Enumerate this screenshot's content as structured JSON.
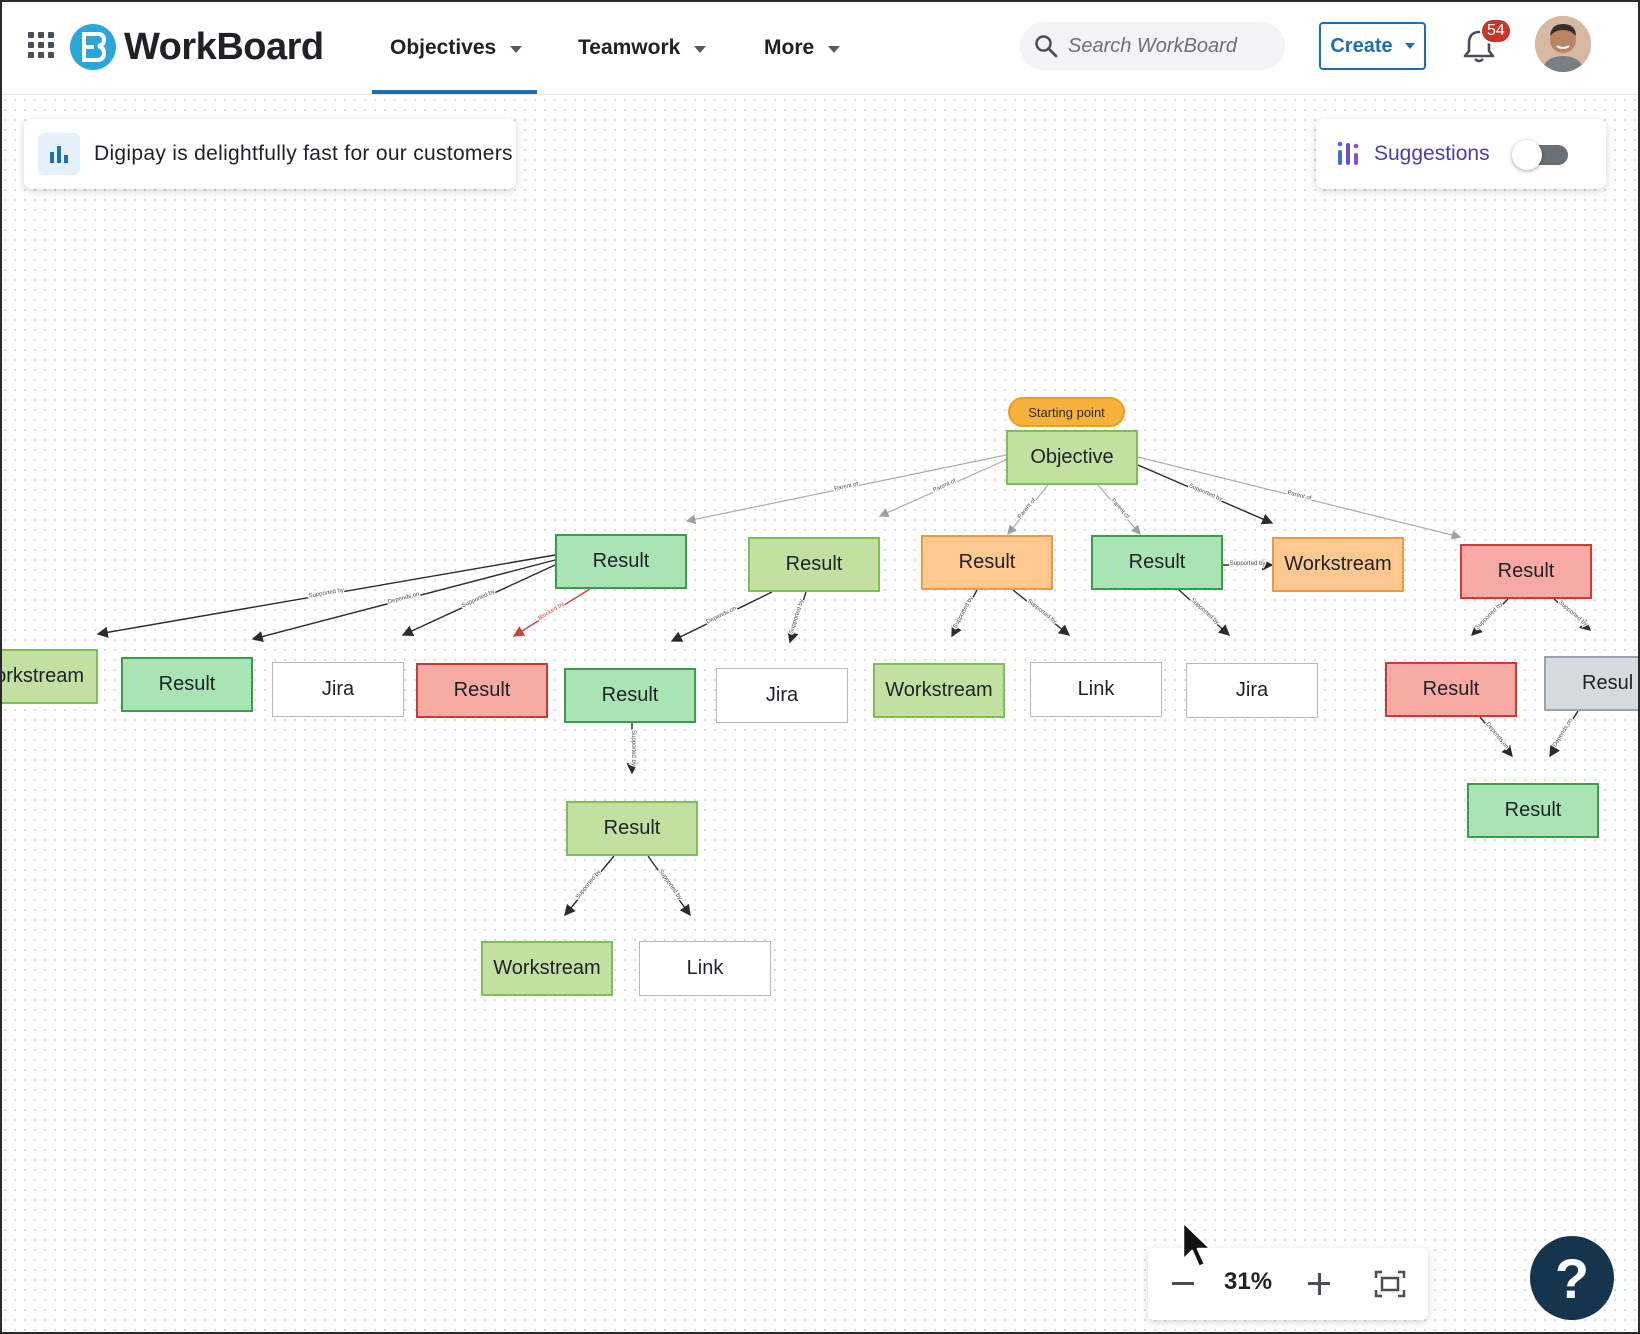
{
  "header": {
    "brand": "WorkBoard",
    "nav": [
      {
        "label": "Objectives",
        "active": true
      },
      {
        "label": "Teamwork"
      },
      {
        "label": "More"
      }
    ],
    "search_placeholder": "Search WorkBoard",
    "create_label": "Create",
    "notification_count": "54",
    "accent_color": "#1d6fb0"
  },
  "canvas": {
    "objective_title": "Digipay is delightfully fast for our customers",
    "suggestions_label": "Suggestions",
    "suggestions_enabled": false,
    "starting_point_label": "Starting point"
  },
  "diagram": {
    "nodes": [
      {
        "id": "obj",
        "label": "Objective",
        "style": "green-light"
      },
      {
        "id": "r1",
        "label": "Result",
        "style": "green"
      },
      {
        "id": "r2",
        "label": "Result",
        "style": "green-light"
      },
      {
        "id": "r3",
        "label": "Result",
        "style": "orange"
      },
      {
        "id": "r4",
        "label": "Result",
        "style": "green"
      },
      {
        "id": "w1",
        "label": "Workstream",
        "style": "orange"
      },
      {
        "id": "r5",
        "label": "Result",
        "style": "red"
      },
      {
        "id": "w2",
        "label": "orkstream",
        "style": "green-light"
      },
      {
        "id": "r6",
        "label": "Result",
        "style": "green"
      },
      {
        "id": "j1",
        "label": "Jira",
        "style": "white"
      },
      {
        "id": "r7",
        "label": "Result",
        "style": "red"
      },
      {
        "id": "r8",
        "label": "Result",
        "style": "green"
      },
      {
        "id": "j2",
        "label": "Jira",
        "style": "white"
      },
      {
        "id": "w3",
        "label": "Workstream",
        "style": "green-light"
      },
      {
        "id": "l1",
        "label": "Link",
        "style": "white"
      },
      {
        "id": "j3",
        "label": "Jira",
        "style": "white"
      },
      {
        "id": "r9",
        "label": "Result",
        "style": "red"
      },
      {
        "id": "r10",
        "label": "Resul",
        "style": "grey"
      },
      {
        "id": "r11",
        "label": "Result",
        "style": "green-light"
      },
      {
        "id": "r12",
        "label": "Result",
        "style": "green"
      },
      {
        "id": "w4",
        "label": "Workstream",
        "style": "green-light"
      },
      {
        "id": "l2",
        "label": "Link",
        "style": "white"
      }
    ],
    "edges": [
      {
        "from": "obj",
        "to": "r1",
        "label": "Parent of"
      },
      {
        "from": "obj",
        "to": "r2",
        "label": "Parent of"
      },
      {
        "from": "obj",
        "to": "r3",
        "label": "Parent of"
      },
      {
        "from": "obj",
        "to": "r4",
        "label": "Parent of"
      },
      {
        "from": "obj",
        "to": "w1",
        "label": "Supported by"
      },
      {
        "from": "obj",
        "to": "r5",
        "label": "Parent of"
      },
      {
        "from": "r4",
        "to": "w1",
        "label": "Supported by"
      },
      {
        "from": "r1",
        "to": "w2",
        "label": "Supported by"
      },
      {
        "from": "r1",
        "to": "r6",
        "label": "Depends on"
      },
      {
        "from": "r1",
        "to": "j1",
        "label": "Supported by"
      },
      {
        "from": "r1",
        "to": "r7",
        "label": "Blocked by"
      },
      {
        "from": "r2",
        "to": "r8",
        "label": "Depends on"
      },
      {
        "from": "r2",
        "to": "j2",
        "label": "Supported by"
      },
      {
        "from": "r3",
        "to": "w3",
        "label": "Supported by"
      },
      {
        "from": "r3",
        "to": "l1",
        "label": "Supported by"
      },
      {
        "from": "r4",
        "to": "j3",
        "label": "Supported by"
      },
      {
        "from": "r5",
        "to": "r9",
        "label": "Supported by"
      },
      {
        "from": "r5",
        "to": "r10",
        "label": "Supported by"
      },
      {
        "from": "r9",
        "to": "r12",
        "label": "Depends on"
      },
      {
        "from": "r10",
        "to": "r12",
        "label": "Depends on"
      },
      {
        "from": "r8",
        "to": "r11",
        "label": "Supported by"
      },
      {
        "from": "r11",
        "to": "w4",
        "label": "Supported by"
      },
      {
        "from": "r11",
        "to": "l2",
        "label": "Supported by"
      }
    ]
  },
  "zoom": {
    "level": "31%"
  },
  "help_label": "?"
}
